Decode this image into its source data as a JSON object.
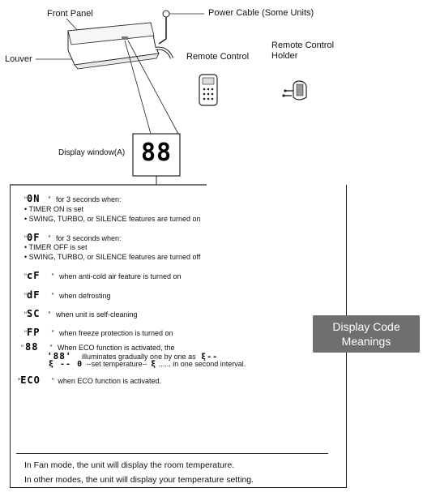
{
  "diagram": {
    "front_panel": "Front Panel",
    "power_cable": "Power Cable (Some Units)",
    "louver": "Louver",
    "remote_control": "Remote Control",
    "remote_holder_line1": "Remote Control",
    "remote_holder_line2": "Holder",
    "display_window": "Display window(A)",
    "display_digits": "88"
  },
  "codes": [
    {
      "code": "0N",
      "text": "for 3 seconds when:",
      "bullets": [
        "• TIMER ON is set",
        "• SWING, TURBO, or SILENCE features are turned on"
      ]
    },
    {
      "code": "0F",
      "text": "for 3 seconds when:",
      "bullets": [
        "• TIMER OFF is set",
        "• SWING, TURBO, or SILENCE features are turned off"
      ]
    },
    {
      "code": "cF",
      "text": "when anti-cold air feature is turned on"
    },
    {
      "code": "dF",
      "text": "when defrosting"
    },
    {
      "code": "SC",
      "text": "when unit is self-cleaning"
    },
    {
      "code": "FP",
      "text": "when freeze protection is turned on"
    },
    {
      "code": "88",
      "text": "When ECO function is activated, the",
      "line2_code": "'88'",
      "line2": "illuminates gradually one by one as",
      "line2_sym": "ξ--",
      "line3_sym": "ξ -- 0",
      "line3": "--set temperature--",
      "line3_sym2": "ξ",
      "line3_end": "...... in one second interval."
    },
    {
      "code": "ECO",
      "text": "when ECO function is activated."
    }
  ],
  "tab": {
    "line1": "Display Code",
    "line2": "Meanings"
  },
  "footer": {
    "line1": "In Fan mode, the unit will display the room temperature.",
    "line2": "In other modes, the unit will display your temperature setting."
  }
}
